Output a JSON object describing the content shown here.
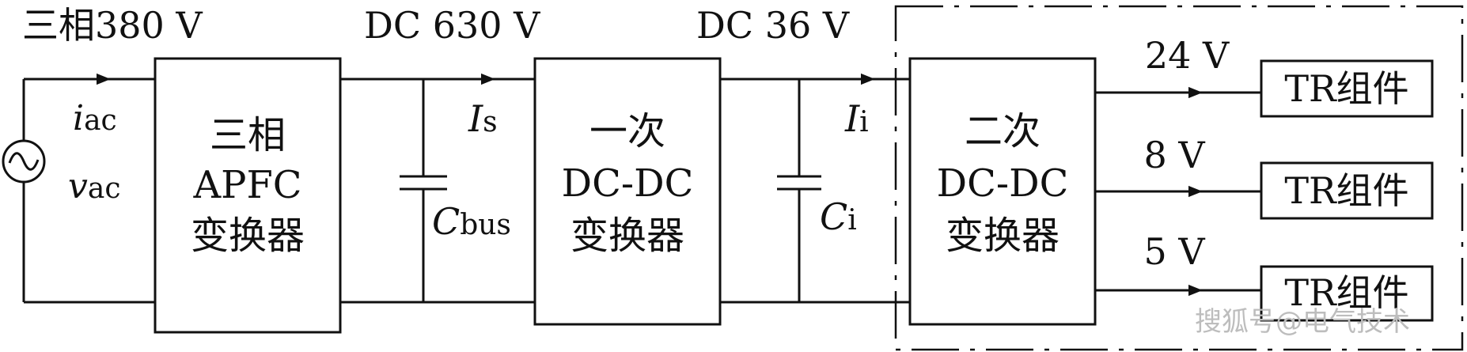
{
  "labels": {
    "input_voltage": "三相380 V",
    "bus_voltage": "DC 630 V",
    "mid_voltage": "DC 36 V",
    "i_ac_sym": "i",
    "i_ac_sub": "ac",
    "v_ac_sym": "v",
    "v_ac_sub": "ac",
    "i_s_sym": "I",
    "i_s_sub": "s",
    "c_bus_sym": "C",
    "c_bus_sub": "bus",
    "i_i_sym": "I",
    "i_i_sub": "i",
    "c_i_sym": "C",
    "c_i_sub": "i"
  },
  "blocks": {
    "apfc": [
      "三相",
      "APFC",
      "变换器"
    ],
    "dcdc1": [
      "一次",
      "DC-DC",
      "变换器"
    ],
    "dcdc2": [
      "二次",
      "DC-DC",
      "变换器"
    ]
  },
  "outputs": [
    {
      "voltage": "24 V",
      "load": "TR组件"
    },
    {
      "voltage": "8 V",
      "load": "TR组件"
    },
    {
      "voltage": "5 V",
      "load": "TR组件"
    }
  ],
  "watermark": "搜狐号@电气技术"
}
